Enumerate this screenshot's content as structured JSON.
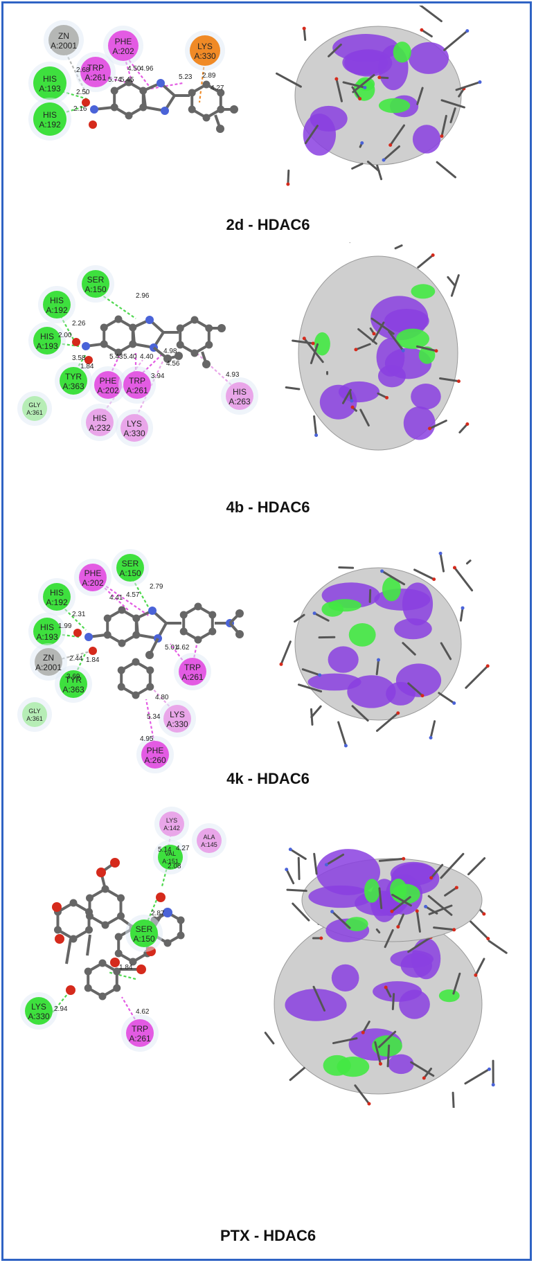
{
  "colors": {
    "frame": "#2f63c4",
    "hbond": "#4fd84f",
    "hbond_fill": "#3ee03e",
    "pi": "#e35be3",
    "pi_light": "#e9a6e9",
    "zn": "#b5b7b5",
    "gly": "#b6edb6",
    "lys_cation": "#f08a26",
    "atom_c": "#666666",
    "atom_o": "#d52a1c",
    "atom_n": "#4a63d8",
    "surface_purple": "#8a3fe0",
    "surface_grey": "#cfcfcf",
    "surface_green": "#43e843"
  },
  "panels": [
    {
      "caption": "2d - HDAC6",
      "residues": [
        {
          "name": "ZN",
          "id": "A:2001",
          "kind": "zn"
        },
        {
          "name": "PHE",
          "id": "A:202",
          "kind": "pi"
        },
        {
          "name": "LYS",
          "id": "A:330",
          "kind": "cation"
        },
        {
          "name": "TRP",
          "id": "A:261",
          "kind": "pi"
        },
        {
          "name": "HIS",
          "id": "A:193",
          "kind": "hbond"
        },
        {
          "name": "HIS",
          "id": "A:192",
          "kind": "hbond"
        }
      ],
      "distances": [
        "2.68",
        "2.50",
        "2.16",
        "5.74",
        "5.45",
        "4.50",
        "4.96",
        "5.23",
        "2.89",
        "4.27"
      ]
    },
    {
      "caption": "4b - HDAC6",
      "residues": [
        {
          "name": "SER",
          "id": "A:150",
          "kind": "hbond"
        },
        {
          "name": "HIS",
          "id": "A:192",
          "kind": "hbond"
        },
        {
          "name": "HIS",
          "id": "A:193",
          "kind": "hbond"
        },
        {
          "name": "TYR",
          "id": "A:363",
          "kind": "hbond"
        },
        {
          "name": "GLY",
          "id": "A:361",
          "kind": "gly"
        },
        {
          "name": "PHE",
          "id": "A:202",
          "kind": "pi"
        },
        {
          "name": "TRP",
          "id": "A:261",
          "kind": "pi"
        },
        {
          "name": "HIS",
          "id": "A:232",
          "kind": "pi_light"
        },
        {
          "name": "LYS",
          "id": "A:330",
          "kind": "pi_light"
        },
        {
          "name": "HIS",
          "id": "A:263",
          "kind": "pi_light"
        }
      ],
      "distances": [
        "2.96",
        "2.26",
        "2.00",
        "1.84",
        "3.58",
        "5.43",
        "5.40",
        "4.40",
        "4.98",
        "4.56",
        "3.94",
        "4.93"
      ]
    },
    {
      "caption": "4k - HDAC6",
      "residues": [
        {
          "name": "SER",
          "id": "A:150",
          "kind": "hbond"
        },
        {
          "name": "PHE",
          "id": "A:202",
          "kind": "pi"
        },
        {
          "name": "HIS",
          "id": "A:192",
          "kind": "hbond"
        },
        {
          "name": "HIS",
          "id": "A:193",
          "kind": "hbond"
        },
        {
          "name": "ZN",
          "id": "A:2001",
          "kind": "zn"
        },
        {
          "name": "TYR",
          "id": "A:363",
          "kind": "hbond"
        },
        {
          "name": "GLY",
          "id": "A:361",
          "kind": "gly"
        },
        {
          "name": "TRP",
          "id": "A:261",
          "kind": "pi"
        },
        {
          "name": "LYS",
          "id": "A:330",
          "kind": "pi_light"
        },
        {
          "name": "PHE",
          "id": "A:260",
          "kind": "pi"
        }
      ],
      "distances": [
        "2.79",
        "4.41",
        "4.57",
        "2.31",
        "1.99",
        "2.44",
        "1.84",
        "3.69",
        "5.01",
        "4.62",
        "4.80",
        "5.34",
        "4.95"
      ]
    },
    {
      "caption": "PTX - HDAC6",
      "residues": [
        {
          "name": "LYS",
          "id": "A:142",
          "kind": "pi_light"
        },
        {
          "name": "ALA",
          "id": "A:145",
          "kind": "pi_light"
        },
        {
          "name": "VAL",
          "id": "A:151",
          "kind": "hbond"
        },
        {
          "name": "SER",
          "id": "A:150",
          "kind": "hbond"
        },
        {
          "name": "LYS",
          "id": "A:330",
          "kind": "hbond"
        },
        {
          "name": "TRP",
          "id": "A:261",
          "kind": "pi"
        }
      ],
      "distances": [
        "5.14",
        "4.27",
        "2.08",
        "2.87",
        "1.84",
        "2.94",
        "4.62"
      ]
    }
  ]
}
